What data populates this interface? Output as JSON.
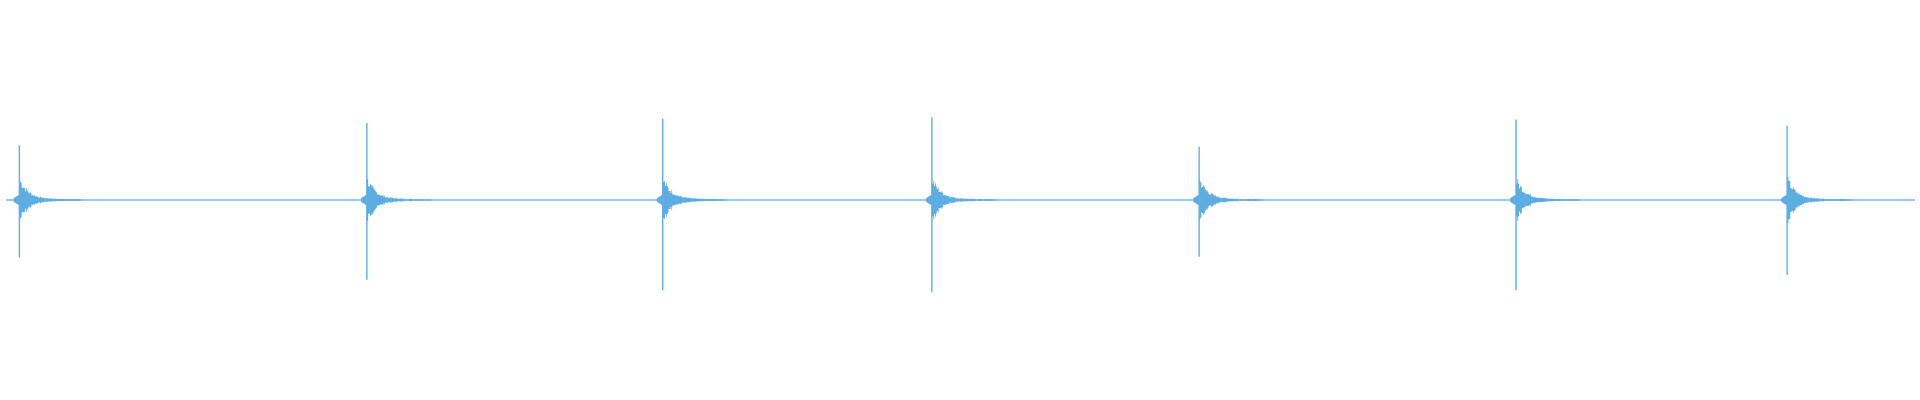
{
  "chart_data": {
    "type": "waveform",
    "title": "",
    "xlabel": "",
    "ylabel": "",
    "color": "#5DADE2",
    "xlim": [
      0,
      1
    ],
    "ylim": [
      -1,
      1
    ],
    "grid": false,
    "legend": "none",
    "transients": [
      {
        "time": 0.007,
        "peak_pos": 0.78,
        "peak_neg": -0.82
      },
      {
        "time": 0.189,
        "peak_pos": 1.1,
        "peak_neg": -1.14
      },
      {
        "time": 0.344,
        "peak_pos": 1.16,
        "peak_neg": -1.29
      },
      {
        "time": 0.485,
        "peak_pos": 1.18,
        "peak_neg": -1.32
      },
      {
        "time": 0.625,
        "peak_pos": 0.76,
        "peak_neg": -0.81
      },
      {
        "time": 0.791,
        "peak_pos": 1.15,
        "peak_neg": -1.29
      },
      {
        "time": 0.933,
        "peak_pos": 1.06,
        "peak_neg": -1.07
      }
    ]
  }
}
